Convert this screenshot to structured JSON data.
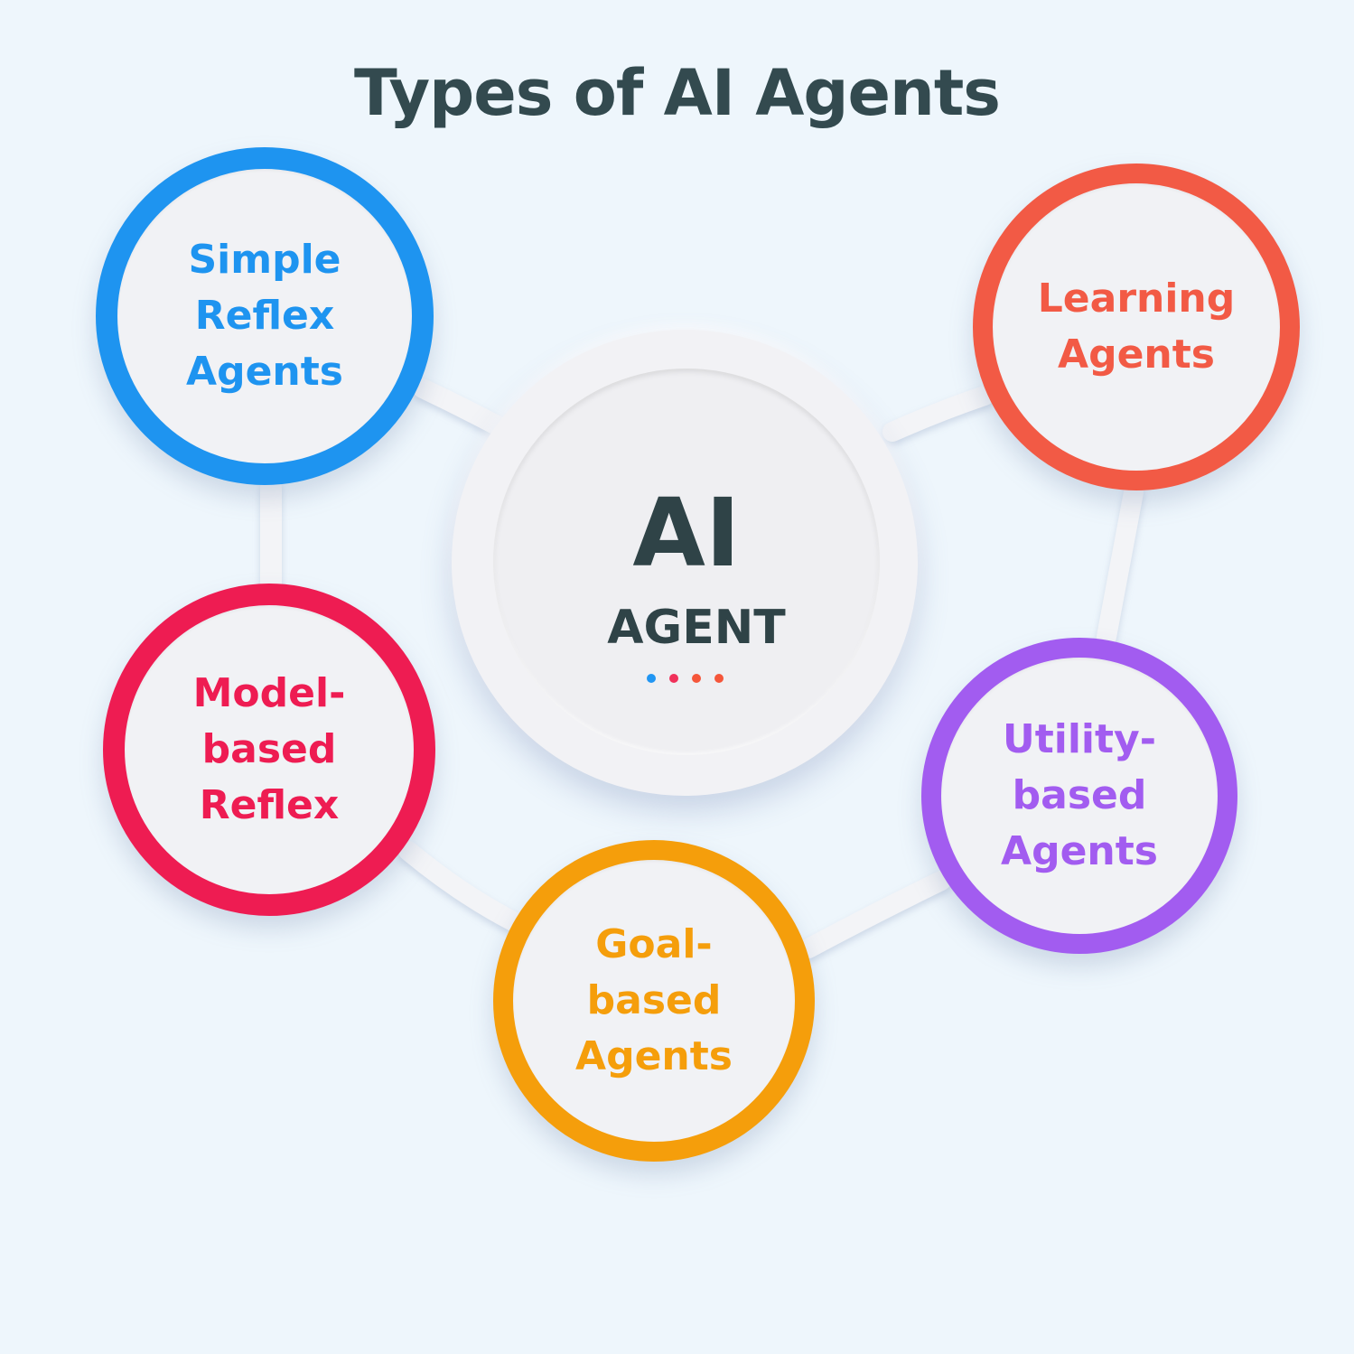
{
  "title": "Types of AI Agents",
  "center": {
    "line1": "AI",
    "line2": "AGENT",
    "dot_colors": [
      "#2196f3",
      "#f0305a",
      "#f5563a",
      "#f5563a"
    ]
  },
  "nodes": {
    "simple_reflex": {
      "lines": [
        "Simple",
        "Reflex",
        "Agents"
      ],
      "color": "#1e94f0"
    },
    "learning": {
      "lines": [
        "Learning",
        "Agents"
      ],
      "color": "#f25a45"
    },
    "model_based": {
      "lines": [
        "Model-",
        "based",
        "Reflex"
      ],
      "color": "#ee1c52"
    },
    "utility_based": {
      "lines": [
        "Utility-",
        "based",
        "Agents"
      ],
      "color": "#a25cf0"
    },
    "goal_based": {
      "lines": [
        "Goal-",
        "based",
        "Agents"
      ],
      "color": "#f59e0b"
    }
  }
}
